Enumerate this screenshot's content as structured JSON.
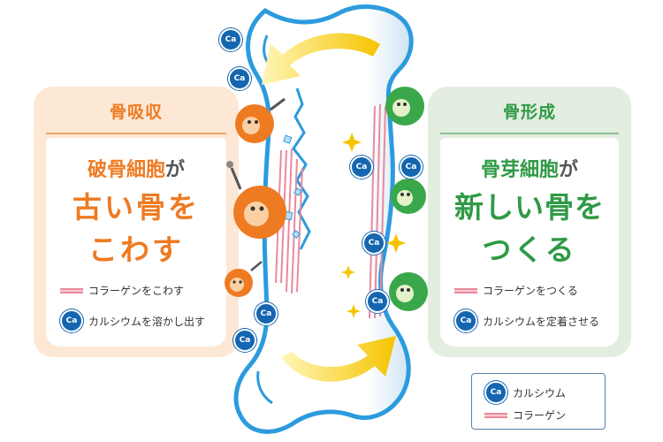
{
  "left_panel": {
    "heading": "骨吸収",
    "cell_name_prefix": "破骨細胞",
    "cell_name_suffix": "が",
    "line1": "古い骨を",
    "line2": "こわす",
    "key_collagen": "コラーゲンをこわす",
    "key_calcium": "カルシウムを溶かし出す"
  },
  "right_panel": {
    "heading": "骨形成",
    "cell_name_prefix": "骨芽細胞",
    "cell_name_suffix": "が",
    "line1": "新しい骨を",
    "line2": "つくる",
    "key_collagen": "コラーゲンをつくる",
    "key_calcium": "カルシウムを定着させる"
  },
  "legend": {
    "calcium": "カルシウム",
    "collagen": "コラーゲン"
  },
  "ca_label": "Ca",
  "colors": {
    "orange": "#ee7b22",
    "green": "#2f9a45",
    "ca_blue": "#1566b0",
    "bone_outline": "#2c9bde",
    "arrow_yellow": "#f5c400",
    "collagen_pink": "#e98a9c"
  }
}
